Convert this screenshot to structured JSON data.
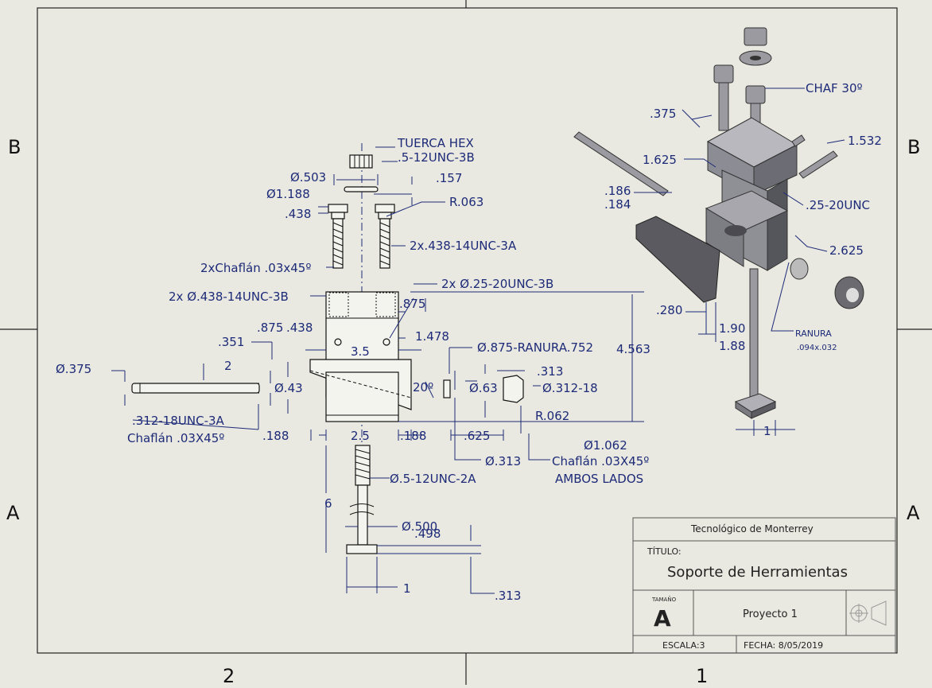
{
  "zones": {
    "left_B": "B",
    "right_B": "B",
    "left_A": "A",
    "right_A": "A",
    "bottom_2": "2",
    "bottom_1": "1"
  },
  "annotations": {
    "tuerca_hex_1": "TUERCA HEX",
    "tuerca_hex_2": ".5-12UNC-3B",
    "dia_503": "Ø.503",
    "d_157": ".157",
    "dia_1188": "Ø1.188",
    "r_063": "R.063",
    "d_438a": ".438",
    "bolt_thread": "2x.438-14UNC-3A",
    "chaflan_03x45": "2xChaflán .03x45º",
    "holes_25": "2x Ø.25-20UNC-3B",
    "holes_438": "2x Ø.438-14UNC-3B",
    "d_875": ".875",
    "d_875b": ".875",
    "d_438b": ".438",
    "d_478": "1.478",
    "d_4563": "4.563",
    "d_351": ".351",
    "d_35": "3.5",
    "ranura": "Ø.875-RANURA.752",
    "dia_375": "Ø.375",
    "d_2": "2",
    "dia_43": "Ø.43",
    "ang_20": "20º",
    "dia_63": "Ø.63",
    "d_313a": ".313",
    "dia_312_18": "Ø.312-18",
    "r_062": "R.062",
    "rod_thread": ".312-18UNC-3A",
    "rod_chaflan": "Chaflán .03X45º",
    "d_188a": ".188",
    "d_25": "2.5",
    "d_188b": ".188",
    "d_625": ".625",
    "dia_1062": "Ø1.062",
    "dia_313": "Ø.313",
    "chaflan_ambos_1": "Chaflán .03X45º",
    "chaflan_ambos_2": "AMBOS LADOS",
    "dia_5_12": "Ø.5-12UNC-2A",
    "d_6": "6",
    "dia_500": "Ø.500",
    "d_498": ".498",
    "d_1a": "1",
    "d_313b": ".313",
    "iso_375": ".375",
    "iso_chaf30": "CHAF 30º",
    "iso_1625": "1.625",
    "iso_1532": "1.532",
    "iso_186": ".186",
    "iso_184": ".184",
    "iso_25_20": ".25-20UNC",
    "iso_2625": "2.625",
    "iso_280": ".280",
    "iso_190": "1.90",
    "iso_188": "1.88",
    "iso_ranura": "RANURA",
    "iso_ranura_dim": ".094x.032",
    "iso_1": "1"
  },
  "title_block": {
    "company": "Tecnológico de Monterrey",
    "title_label": "TÍTULO:",
    "title": "Soporte de Herramientas",
    "size_label": "TAMAÑO",
    "size": "A",
    "project": "Proyecto 1",
    "scale": "ESCALA:3",
    "date": "FECHA: 8/05/2019"
  },
  "colors": {
    "dimension": "#1d2a78",
    "paper": "#e9e9e1",
    "part_gray": "#9a9aa0"
  }
}
